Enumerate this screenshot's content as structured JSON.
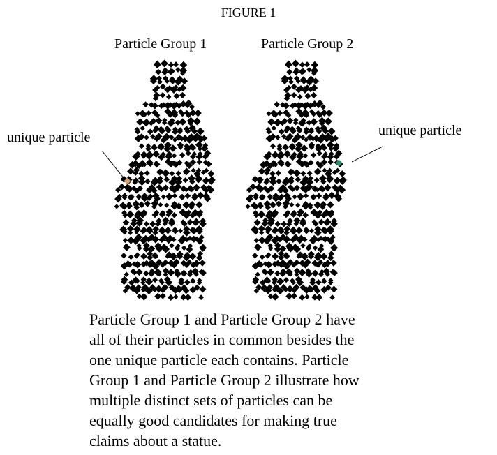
{
  "figure": {
    "title": "FIGURE 1",
    "groups": [
      {
        "label": "Particle Group 1",
        "unique_particle_color": "#d9a06b"
      },
      {
        "label": "Particle Group 2",
        "unique_particle_color": "#2f8f6a"
      }
    ],
    "annotation_left": "unique particle",
    "annotation_right": "unique particle",
    "particle_color": "#000000"
  },
  "caption_lines": [
    "Particle Group 1 and Particle Group 2 have",
    "all of their particles in common besides the",
    "one unique particle each contains. Particle",
    "Group 1 and Particle Group 2 illustrate how",
    "multiple distinct sets of particles can be",
    "equally good candidates for making true",
    "claims about a statue."
  ]
}
